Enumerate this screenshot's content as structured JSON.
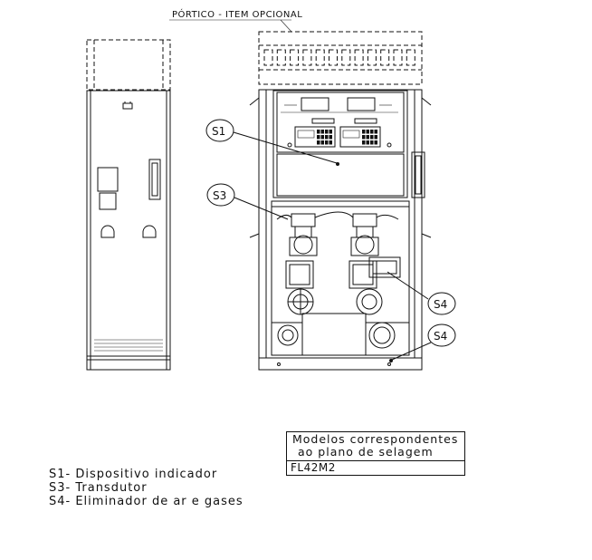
{
  "portico_label": "PÓRTICO - ITEM OPCIONAL",
  "callouts": {
    "s1": "S1",
    "s3": "S3",
    "s4_upper": "S4",
    "s4_lower": "S4"
  },
  "legend": [
    "S1- Dispositivo indicador",
    "S3- Transdutor",
    "S4- Eliminador de ar e gases"
  ],
  "models_table": {
    "header_line1": "Modelos correspondentes",
    "header_line2": "ao plano de selagem",
    "model": "FL42M2"
  }
}
